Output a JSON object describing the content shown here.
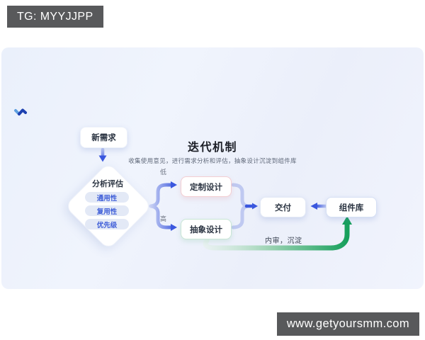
{
  "watermarks": {
    "telegram": "TG: MYYJJPP",
    "website": "www.getyoursmm.com"
  },
  "header": {
    "title": "迭代机制",
    "subtitle": "收集使用意见，进行需求分析和评估，抽象设计沉淀到组件库"
  },
  "nodes": {
    "new_requirement": "新需求",
    "analysis": {
      "title": "分析评估",
      "criteria": [
        "通用性",
        "复用性",
        "优先级"
      ]
    },
    "custom_design": "定制设计",
    "abstract_design": "抽象设计",
    "delivery": "交付",
    "component_library": "组件库"
  },
  "edges": {
    "low": "低",
    "high": "高",
    "feedback": "内审，沉淀"
  },
  "colors": {
    "accent_blue": "#3A57DE",
    "lavender": "#BFC9F1",
    "green": "#17A05C",
    "pink_border": "#F3CED2",
    "green_border": "#C9E6D6",
    "blue_border": "#D6E0F4",
    "panel_bg": "#EDF1FB",
    "badge_bg": "#58595B",
    "pill_bg": "#E3E9F6",
    "pill_text": "#3F5ED8"
  }
}
